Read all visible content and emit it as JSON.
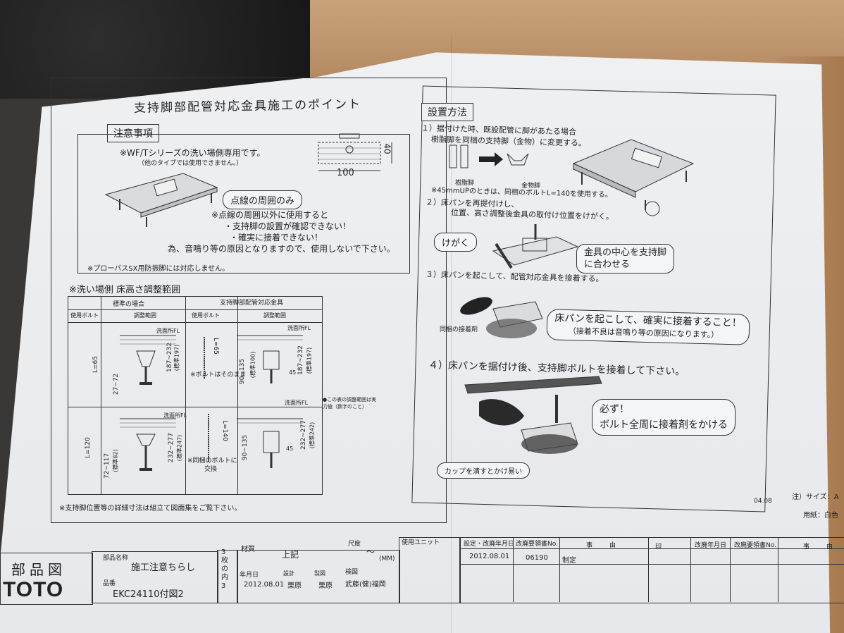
{
  "header": {
    "title": "支持脚部配管対応金具施工のポイント"
  },
  "cautions": {
    "label": "注意事項",
    "line1": "※WF/Tシリーズの洗い場側専用です。",
    "line2": "（他のタイプでは使用できません。）",
    "dim_100": "100",
    "dim_40": "40",
    "dotted": "点線の周囲のみ",
    "warn1": "※点線の周囲以外に使用すると",
    "warn2": "・支持脚の設置が確認できない！",
    "warn3": "・確実に接着できない！",
    "warn4": "為、音鳴り等の原因となりますので、使用しないで下さい。",
    "warn5": "※プローバスSX用防振脚には対応しません。"
  },
  "floor_range": {
    "title": "※洗い場側 床高さ調整範囲",
    "col_standard": "標準の場合",
    "col_bracket": "支持脚部配管対応金具",
    "bolt": "使用ボルト",
    "range": "調整範囲",
    "fl": "洗面所FL",
    "row1_bolt": "L=65",
    "row1_range": "187~232",
    "row1_std": "(標準197)",
    "row1_sub": "27~72",
    "row1_note": "※ボルトはそのまま",
    "row1_b_range": "90~135",
    "row1_b_std": "(標準100)",
    "row1_b_range2": "187~232",
    "row1_b_std2": "(標準197)",
    "row1_b_gap": "45",
    "note_range": "●この表の調整範囲は実力値（数字のこと）",
    "row2_bolt": "L=120",
    "row2_range": "232~277",
    "row2_std": "(標準247)",
    "row2_sub": "72~117",
    "row2_sub_std": "(標準82)",
    "row2_b_bolt": "L=140",
    "row2_note1": "※同梱のボルトに",
    "row2_note2": "交換",
    "row2_b_range": "90~135",
    "row2_b_range2": "232~277",
    "row2_b_std2": "(標準242)",
    "row2_b_gap": "45",
    "footnote": "※支持脚位置等の詳細寸法は組立て図面集をご覧下さい。"
  },
  "install": {
    "label": "設置方法",
    "step1": "１）据付けた時、既設配管に脚があたる場合",
    "step1b": "樹脂脚を同梱の支持脚（金物）に変更する。",
    "resin_leg": "樹脂脚",
    "metal_leg": "金物脚",
    "step1c": "※45mmUPのときは、同梱のボルトL=140を使用する。",
    "step2": "２）床パンを再提付けし、",
    "step2b": "位置、高さ調整後金具の取付け位置をけがく。",
    "kegaku": "けがく",
    "center_note1": "金具の中心を支持脚",
    "center_note2": "に合わせる",
    "step3": "３）床パンを起こして、配管対応金具を接着する。",
    "adhesive": "同梱の接着剤",
    "bond1": "床パンを起こして、確実に接着すること！",
    "bond2": "（接着不良は音鳴り等の原因になります。）",
    "step4": "４）床パンを据付け後、支持脚ボルトを接着して下さい。",
    "must1": "必ず！",
    "must2": "ボルト全周に接着剤をかける",
    "cup": "カップを潰すとかけ易い",
    "date_code": "04.08",
    "size_note": "注）サイズ：A",
    "paper_note": "用紙：白色"
  },
  "titleblock": {
    "parts_label": "部品図",
    "brand": "TOTO",
    "name_label": "部品名称",
    "name": "施工注意ちらし",
    "number_label": "品番",
    "number": "EKC24110付図2",
    "sheet": "3枚の内3",
    "material_label": "材質",
    "material": "上記",
    "scale_label": "尺度",
    "scale": "～",
    "unit": "(MM)",
    "unit_label": "使用ユニット",
    "date_label": "年月日",
    "date": "2012.08.01",
    "design_label": "設計",
    "design": "栗原",
    "drawn_label": "製図",
    "drawn": "栗原",
    "check_label": "検図",
    "check": "武藤(健)福岡",
    "rev_date_label": "設定・改廃年月日",
    "rev_no_label": "改廃要領書No.",
    "reason_label": "事由",
    "seal_label": "印",
    "rev_date": "2012.08.01",
    "rev_no": "06190",
    "reason": "制定",
    "rev_date_label2": "改廃年月日",
    "rev_no_label2": "改廃要領書No.",
    "reason_label2": "事由"
  }
}
